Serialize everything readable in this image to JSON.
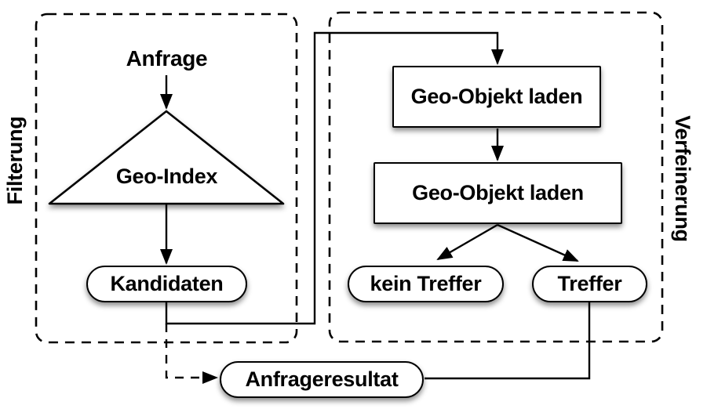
{
  "canvas": {
    "background": "#ffffff",
    "stroke_color": "#000000",
    "node_fill": "#ffffff"
  },
  "sections": {
    "filterung": {
      "label": "Filterung"
    },
    "verfeinerung": {
      "label": "Verfeinerung"
    }
  },
  "nodes": {
    "anfrage": {
      "label": "Anfrage",
      "shape": "text"
    },
    "geo_index": {
      "label": "Geo-Index",
      "shape": "triangle"
    },
    "kandidaten": {
      "label": "Kandidaten",
      "shape": "pill"
    },
    "geo_objekt_laden_1": {
      "label": "Geo-Objekt laden",
      "shape": "rect"
    },
    "geo_objekt_laden_2": {
      "label": "Geo-Objekt laden",
      "shape": "rect"
    },
    "kein_treffer": {
      "label": "kein Treffer",
      "shape": "pill"
    },
    "treffer": {
      "label": "Treffer",
      "shape": "pill"
    },
    "anfrageresultat": {
      "label": "Anfrageresultat",
      "shape": "pill"
    }
  },
  "edges": [
    {
      "from": "anfrage",
      "to": "geo_index",
      "style": "solid-arrow"
    },
    {
      "from": "geo_index",
      "to": "kandidaten",
      "style": "solid-arrow"
    },
    {
      "from": "kandidaten",
      "to": "geo_objekt_laden_1",
      "style": "solid-arrow"
    },
    {
      "from": "geo_objekt_laden_1",
      "to": "geo_objekt_laden_2",
      "style": "solid-arrow"
    },
    {
      "from": "geo_objekt_laden_2",
      "to": "kein_treffer",
      "style": "solid-arrow"
    },
    {
      "from": "geo_objekt_laden_2",
      "to": "treffer",
      "style": "solid-arrow"
    },
    {
      "from": "treffer",
      "to": "anfrageresultat",
      "style": "solid-line"
    },
    {
      "from": "kandidaten",
      "to": "anfrageresultat",
      "style": "dashed-arrow"
    }
  ]
}
